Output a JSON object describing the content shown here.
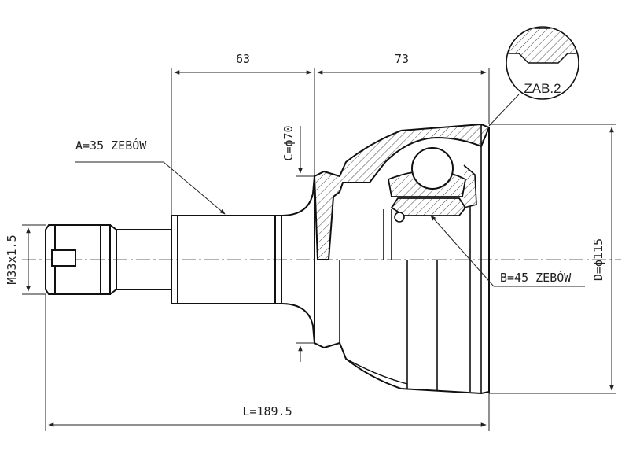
{
  "dimensions": {
    "length_a": "63",
    "length_b": "73",
    "total_length": "L=189.5",
    "thread": "M33x1.5",
    "diameter_c": "C=ϕ70",
    "diameter_d": "D=ϕ115"
  },
  "labels": {
    "splines_a": "A=35 ZEBÓW",
    "splines_b": "B=45 ZEBÓW",
    "detail": "ZAB.2"
  }
}
